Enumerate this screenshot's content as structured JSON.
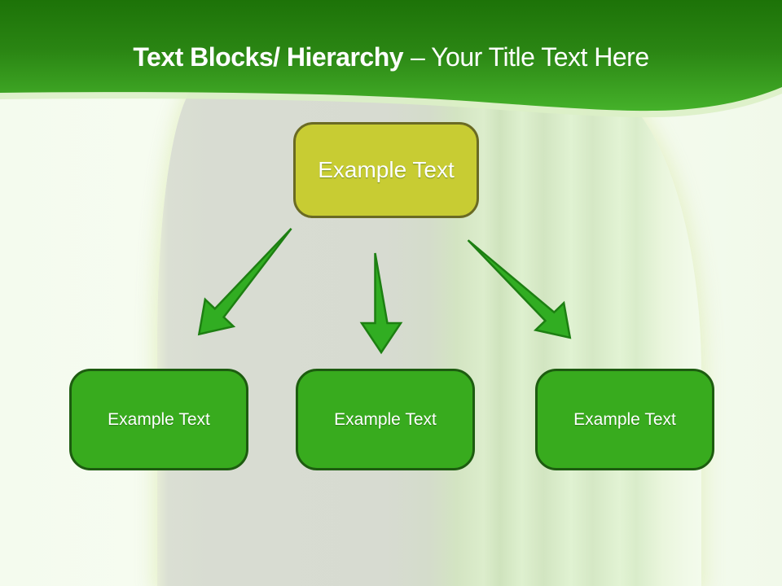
{
  "slide": {
    "title": {
      "bold": "Text Blocks/ Hierarchy",
      "regular": "– Your Title Text Here"
    },
    "hierarchy": {
      "root": {
        "label": "Example Text"
      },
      "children": [
        {
          "label": "Example Text"
        },
        {
          "label": "Example Text"
        },
        {
          "label": "Example Text"
        }
      ]
    },
    "colors": {
      "header_top": "#1d7308",
      "header_mid": "#2a8513",
      "header_bottom": "#45b12a",
      "header_glow": "#dcf0c6",
      "root_fill": "#c8cc33",
      "root_border": "#6a6a24",
      "child_fill": "#38ab1e",
      "child_border": "#1d5c10",
      "arrow_fill": "#31ad22",
      "arrow_stroke": "#1d7f12",
      "title_text": "#ffffff"
    }
  }
}
